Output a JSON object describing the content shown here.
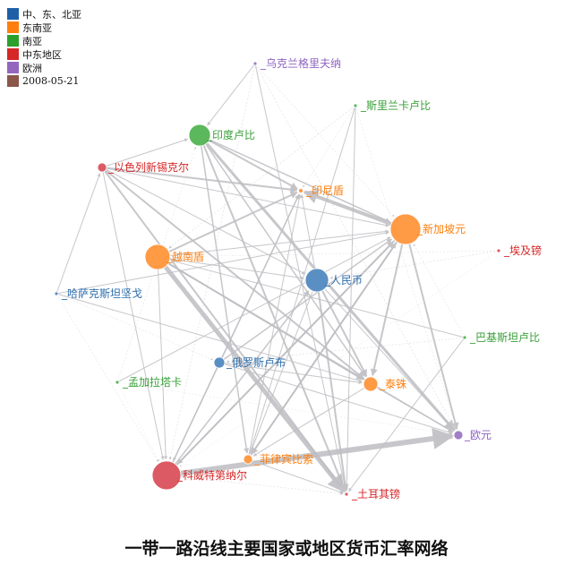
{
  "legend": [
    {
      "label": "中、东、北亚",
      "color": "#1f5fa8"
    },
    {
      "label": "东南亚",
      "color": "#ff7f0e"
    },
    {
      "label": "南亚",
      "color": "#2ca02c"
    },
    {
      "label": "中东地区",
      "color": "#d62728"
    },
    {
      "label": "欧洲",
      "color": "#9467bd"
    },
    {
      "label": "2008-05-21",
      "color": "#8c564b"
    }
  ],
  "title": "一带一路沿线主要国家或地区货币汇率网络",
  "group_colors": {
    "north_asia": "#5a8fc4",
    "southeast_asia": "#ff9a45",
    "south_asia": "#5cb85c",
    "middle_east": "#dc5a63",
    "europe": "#a07ec8"
  },
  "label_colors": {
    "north_asia": "#2f6fad",
    "southeast_asia": "#ff7f0e",
    "south_asia": "#3aa03a",
    "middle_east": "#d62728",
    "europe": "#8e62c0"
  },
  "nodes": [
    {
      "name": "_乌克兰格里夫纳",
      "group": "europe",
      "degree": 1
    },
    {
      "name": "_斯里兰卡卢比",
      "group": "south_asia",
      "degree": 1
    },
    {
      "name": "_印度卢比",
      "group": "south_asia",
      "degree": 12
    },
    {
      "name": "_以色列新锡克尔",
      "group": "middle_east",
      "degree": 4
    },
    {
      "name": "_印尼盾",
      "group": "southeast_asia",
      "degree": 1
    },
    {
      "name": "_新加坡元",
      "group": "southeast_asia",
      "degree": 17
    },
    {
      "name": "_埃及镑",
      "group": "middle_east",
      "degree": 1
    },
    {
      "name": "_越南盾",
      "group": "southeast_asia",
      "degree": 14
    },
    {
      "name": "_人民币",
      "group": "north_asia",
      "degree": 13
    },
    {
      "name": "_哈萨克斯坦坚戈",
      "group": "north_asia",
      "degree": 1
    },
    {
      "name": "_巴基斯坦卢比",
      "group": "south_asia",
      "degree": 1
    },
    {
      "name": "_俄罗斯卢布",
      "group": "north_asia",
      "degree": 5
    },
    {
      "name": "_孟加拉塔卡",
      "group": "south_asia",
      "degree": 1
    },
    {
      "name": "_泰铢",
      "group": "southeast_asia",
      "degree": 7
    },
    {
      "name": "_欧元",
      "group": "europe",
      "degree": 4
    },
    {
      "name": "_菲律宾比索",
      "group": "southeast_asia",
      "degree": 4
    },
    {
      "name": "_科威特第纳尔",
      "group": "middle_east",
      "degree": 16
    },
    {
      "name": "_土耳其镑",
      "group": "middle_east",
      "degree": 1
    }
  ],
  "links": [
    [
      16,
      14,
      6
    ],
    [
      7,
      17,
      5
    ],
    [
      5,
      4,
      4
    ],
    [
      2,
      14,
      3
    ],
    [
      2,
      17,
      2
    ],
    [
      2,
      4,
      2
    ],
    [
      3,
      4,
      2
    ],
    [
      3,
      17,
      2
    ],
    [
      3,
      13,
      2
    ],
    [
      7,
      13,
      2
    ],
    [
      7,
      4,
      2
    ],
    [
      8,
      13,
      2
    ],
    [
      8,
      17,
      2
    ],
    [
      5,
      15,
      2
    ],
    [
      5,
      13,
      2
    ],
    [
      5,
      14,
      2
    ],
    [
      5,
      16,
      1.5
    ],
    [
      16,
      5,
      2
    ],
    [
      11,
      5,
      1.5
    ],
    [
      11,
      4,
      1
    ],
    [
      11,
      14,
      1
    ],
    [
      16,
      4,
      1.5
    ],
    [
      16,
      8,
      1.5
    ],
    [
      15,
      4,
      1
    ],
    [
      15,
      5,
      1.5
    ],
    [
      2,
      15,
      1.5
    ],
    [
      7,
      14,
      1.5
    ],
    [
      7,
      5,
      1
    ],
    [
      9,
      13,
      1
    ],
    [
      9,
      3,
      1
    ],
    [
      9,
      5,
      1
    ],
    [
      0,
      2,
      1
    ],
    [
      0,
      17,
      1
    ],
    [
      0,
      14,
      0.8
    ],
    [
      0,
      16,
      0.8
    ],
    [
      1,
      17,
      1
    ],
    [
      1,
      15,
      1
    ],
    [
      1,
      7,
      0.8
    ],
    [
      1,
      14,
      0.6
    ],
    [
      6,
      8,
      0.8
    ],
    [
      6,
      7,
      0.6
    ],
    [
      6,
      16,
      0.5
    ],
    [
      10,
      7,
      1
    ],
    [
      10,
      17,
      1
    ],
    [
      10,
      11,
      0.8
    ],
    [
      10,
      5,
      0.6
    ],
    [
      12,
      5,
      1
    ],
    [
      12,
      2,
      0.6
    ],
    [
      12,
      14,
      0.5
    ],
    [
      3,
      8,
      1
    ],
    [
      3,
      5,
      1
    ],
    [
      8,
      14,
      1
    ],
    [
      8,
      15,
      1
    ],
    [
      13,
      14,
      1
    ],
    [
      13,
      15,
      1
    ],
    [
      11,
      13,
      1
    ],
    [
      11,
      16,
      1
    ],
    [
      2,
      5,
      1.5
    ],
    [
      7,
      16,
      1
    ],
    [
      15,
      17,
      1
    ],
    [
      16,
      17,
      0.8
    ],
    [
      3,
      16,
      1
    ],
    [
      2,
      13,
      1.5
    ],
    [
      8,
      4,
      1
    ],
    [
      7,
      8,
      1
    ],
    [
      9,
      11,
      0.6
    ],
    [
      9,
      16,
      0.6
    ],
    [
      12,
      16,
      0.5
    ],
    [
      3,
      2,
      1
    ],
    [
      0,
      5,
      0.6
    ],
    [
      1,
      4,
      0.6
    ]
  ]
}
